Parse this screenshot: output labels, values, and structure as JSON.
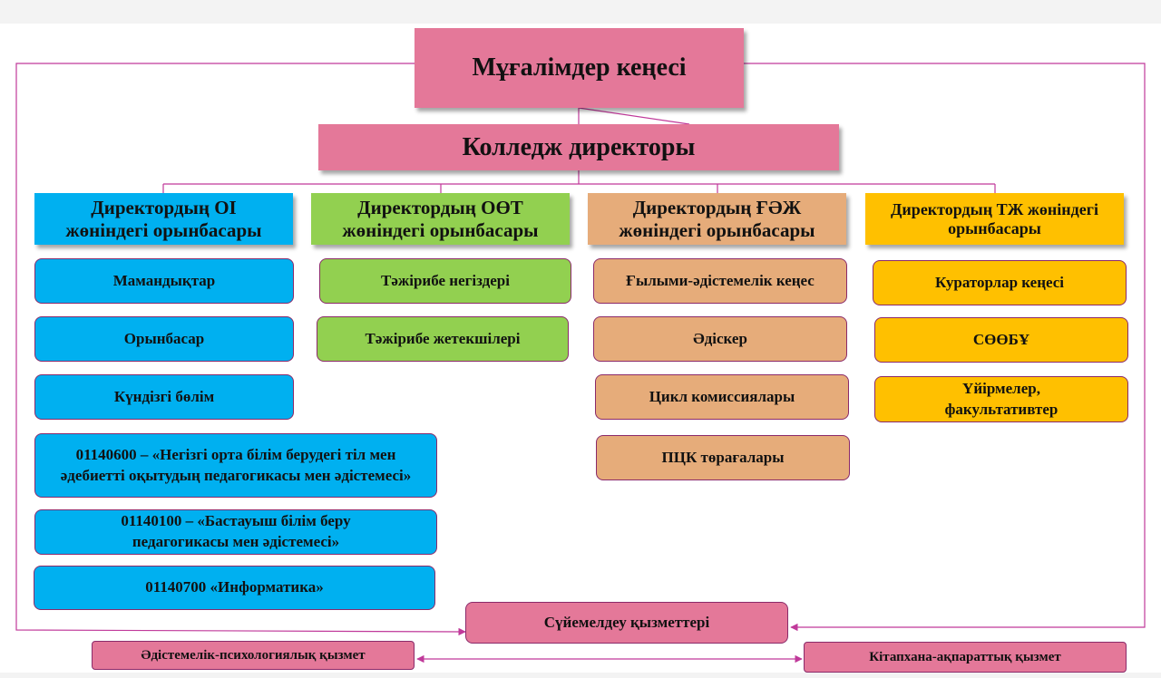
{
  "top": {
    "council": "Мұғалімдер кеңесі",
    "director": "Колледж директоры"
  },
  "deputies": [
    {
      "line1": "Директордың ОІ",
      "line2": "жөніндегі орынбасары"
    },
    {
      "line1": "Директордың ОӨТ",
      "line2": "жөніндегі орынбасары"
    },
    {
      "line1": "Директордың ҒӘЖ",
      "line2": "жөніндегі орынбасары"
    },
    {
      "line1": "Директордың ТЖ жөніндегі",
      "line2": "орынбасары"
    }
  ],
  "blue_items": [
    "Мамандықтар",
    "Орынбасар",
    "Күндізгі бөлім",
    "01140600 – «Негізгі орта білім берудегі тіл мен әдебиетті оқытудың педагогикасы мен әдістемесі»",
    "01140100 – «Бастауыш білім беру педагогикасы мен әдістемесі»",
    "01140700 «Информатика»"
  ],
  "green_items": [
    "Тәжірибе негіздері",
    "Тәжірибе жетекшілері"
  ],
  "tan_items": [
    "Ғылыми-әдістемелік кеңес",
    "Әдіскер",
    "Цикл комиссиялары",
    "ПЦК төрағалары"
  ],
  "yellow_items": [
    "Кураторлар кеңесі",
    "СӨӨБҰ",
    "Үйірмелер, факультативтер"
  ],
  "bottom": {
    "support": "Сүйемелдеу қызметтері",
    "methodical": "Әдістемелік-психологиялық қызмет",
    "library": "Кітапхана-ақпараттық қызмет"
  }
}
